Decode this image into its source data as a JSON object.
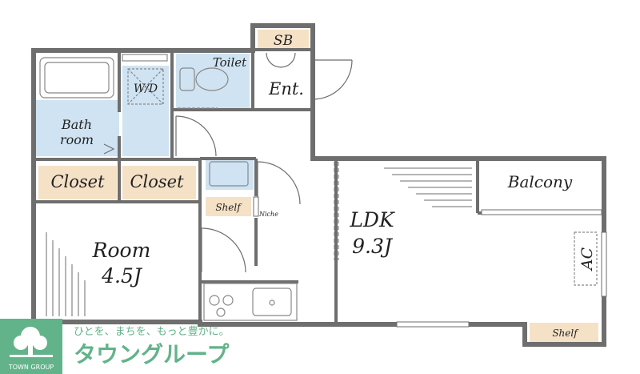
{
  "rooms": {
    "sb": "SB",
    "toilet": "Toilet",
    "ent": "Ent.",
    "wd": "W/D",
    "bath": "Bath",
    "bath_sub": "room",
    "closet1": "Closet",
    "closet2": "Closet",
    "shelf1": "Shelf",
    "niche": "Niche",
    "balcony": "Balcony",
    "ldk": "LDK",
    "ldk_size": "9.3J",
    "room": "Room",
    "room_size": "4.5J",
    "ac": "AC",
    "shelf2": "Shelf"
  },
  "logo": {
    "tagline": "ひとを、まちを、もっと豊かに。",
    "name": "タウングループ",
    "small": "TOWN GROUP"
  },
  "colors": {
    "wall": "#6e6e6e",
    "wet_area": "#cfe3f2",
    "storage": "#f5e1c6",
    "logo_green": "#62b38a"
  }
}
